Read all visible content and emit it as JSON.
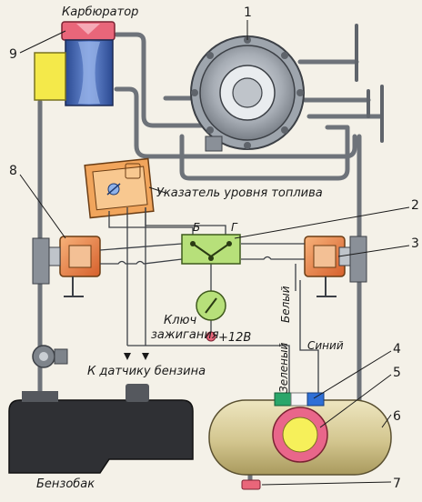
{
  "labels": {
    "carburetor": "Карбюратор",
    "fuel_gauge": "Указатель уровня топлива",
    "ignition_key": "Ключ",
    "ignition_key2": "зажигания",
    "plus12": "+12В",
    "to_sensor": "К датчику бензина",
    "gas_tank": "Бензобак",
    "white": "Белый",
    "blue": "Синий",
    "green": "Зеленый",
    "sw_b": "Б",
    "sw_g": "Г"
  },
  "callouts": [
    "1",
    "2",
    "3",
    "4",
    "5",
    "6",
    "7",
    "8",
    "9"
  ],
  "colors": {
    "background": "#f4f1e8",
    "pipe": "#6e737a",
    "carb_top": "#e9667a",
    "carb_body": "#3e5fa8",
    "yellow_block": "#f4e94a",
    "valve": "#e98a4a",
    "switch_box": "#b7e07a",
    "gauge_box": "#f1a55c",
    "tank_cyl": "#d8cc9a",
    "float_ring": "#e9668a",
    "float_core": "#f6f05a",
    "gas_tank": "#2f3034",
    "wire_green": "#2aa66a",
    "wire_white": "#f5f5f5",
    "wire_blue": "#2e6fd6"
  }
}
